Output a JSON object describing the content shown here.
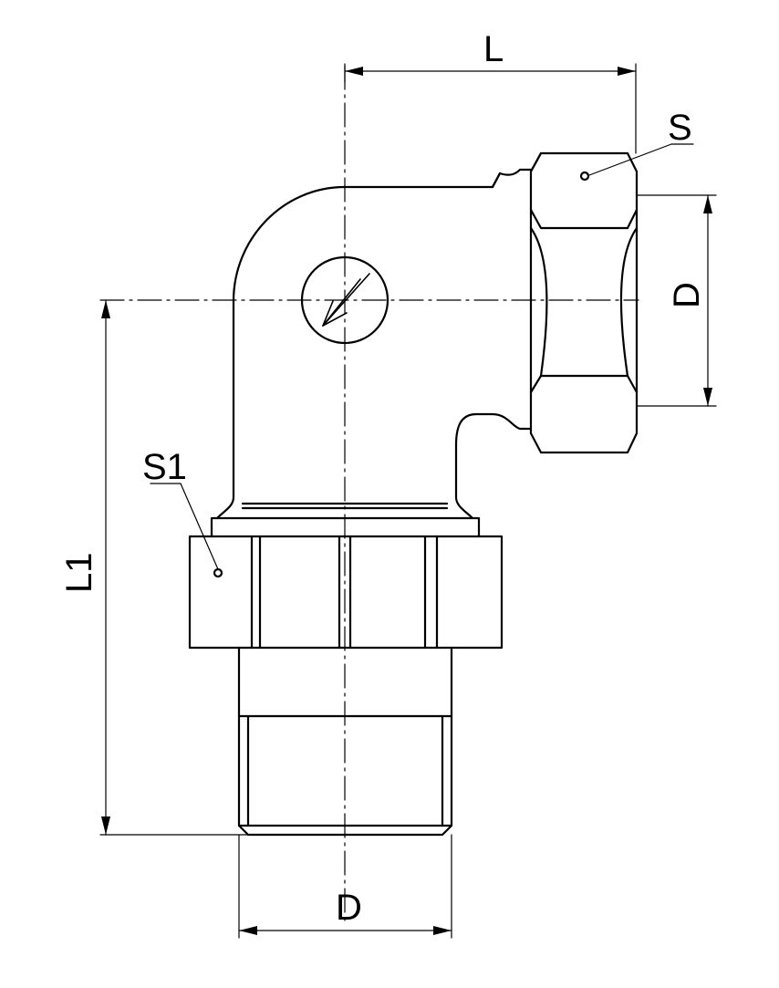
{
  "labels": {
    "length_top": "L",
    "hex_nut_top": "S",
    "diameter_right": "D",
    "hex_nut_bottom": "S1",
    "length_left": "L1",
    "diameter_bottom": "D"
  },
  "colors": {
    "stroke": "#000000",
    "background": "#ffffff"
  }
}
